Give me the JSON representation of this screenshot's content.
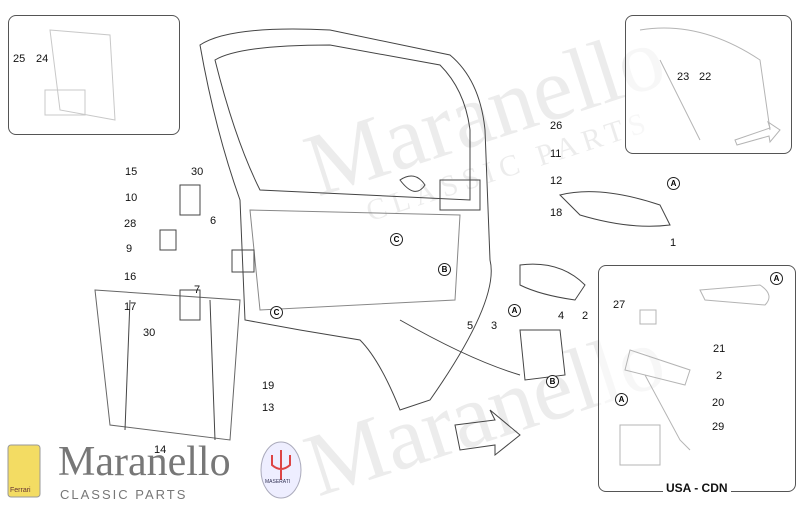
{
  "watermark": {
    "line1": "Maranello",
    "line2": "CLASSIC PARTS"
  },
  "brand": {
    "name": "Maranello",
    "tagline": "CLASSIC PARTS",
    "ferrari_badge": "Ferrari",
    "maserati_badge": "MASERATI"
  },
  "inset_caption": "USA - CDN",
  "labels": [
    "25",
    "24",
    "26",
    "11",
    "12",
    "18",
    "1",
    "15",
    "30",
    "10",
    "28",
    "6",
    "9",
    "7",
    "16",
    "17",
    "30",
    "5",
    "3",
    "2",
    "4",
    "19",
    "13",
    "14",
    "23",
    "22",
    "27",
    "21",
    "2",
    "20",
    "29"
  ],
  "callouts": [
    "A",
    "B",
    "C",
    "C",
    "A",
    "B",
    "A",
    "A"
  ]
}
